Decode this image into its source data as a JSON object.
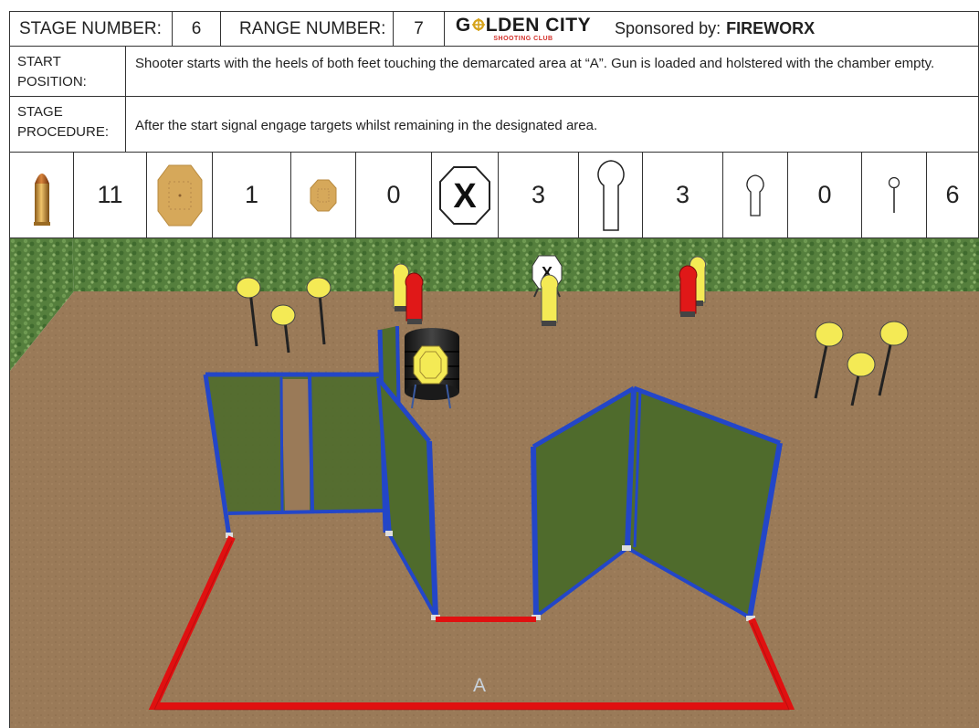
{
  "header": {
    "stage_label": "STAGE NUMBER:",
    "stage_number": "6",
    "range_label": "RANGE NUMBER:",
    "range_number": "7",
    "logo_text": "GOLDEN CITY",
    "logo_subtext": "SHOOTING CLUB",
    "sponsor_label": "Sponsored by:",
    "sponsor_name": "FIREWORX"
  },
  "start_position": {
    "label": "START POSITION:",
    "text": "Shooter starts with the heels of both feet touching the demarcated area at “A”. Gun is loaded and holstered with the chamber empty."
  },
  "stage_procedure": {
    "label": "STAGE PROCEDURE:",
    "text": "After the start signal engage targets whilst remaining in the designated area."
  },
  "target_counts": [
    {
      "icon": "bullet-icon",
      "count": "11"
    },
    {
      "icon": "large-steel-plate-icon",
      "count": "1"
    },
    {
      "icon": "small-steel-plate-icon",
      "count": "0"
    },
    {
      "icon": "no-shoot-icon",
      "count": "3"
    },
    {
      "icon": "large-popper-icon",
      "count": "3"
    },
    {
      "icon": "medium-popper-icon",
      "count": "0"
    },
    {
      "icon": "small-pepper-popper-icon",
      "count": "6"
    }
  ],
  "scene": {
    "start_marker_label": "A",
    "colors": {
      "hedge": "#4f7a3a",
      "ground": "#9b7a57",
      "fault_line": "#e01010",
      "wall_frame": "#2346c8",
      "wall_panel": "#4f6b2c",
      "target_yellow": "#f4ea55",
      "target_red": "#e01818"
    }
  }
}
